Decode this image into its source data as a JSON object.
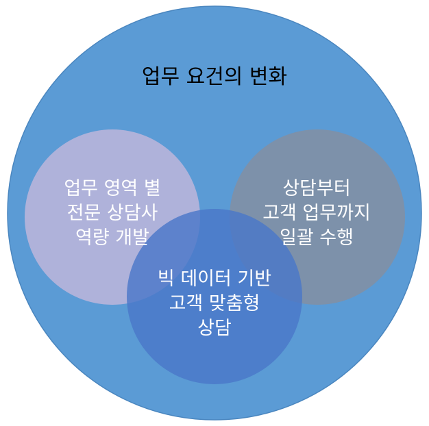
{
  "title": "업무 요건의 변화",
  "circles": {
    "left": {
      "lines": [
        "업무 영역 별",
        "전문 상담사",
        "역량 개발"
      ]
    },
    "right": {
      "lines": [
        "상담부터",
        "고객 업무까지",
        "일괄 수행"
      ]
    },
    "bottom": {
      "lines": [
        "빅 데이터 기반",
        "고객 맞춤형",
        "상담"
      ]
    }
  },
  "colors": {
    "outer": "#5b9bd5",
    "left": "#b0b3da",
    "right": "#8090a8",
    "bottom": "#5481c6",
    "text_light": "#ffffff",
    "text_dark": "#000000"
  }
}
